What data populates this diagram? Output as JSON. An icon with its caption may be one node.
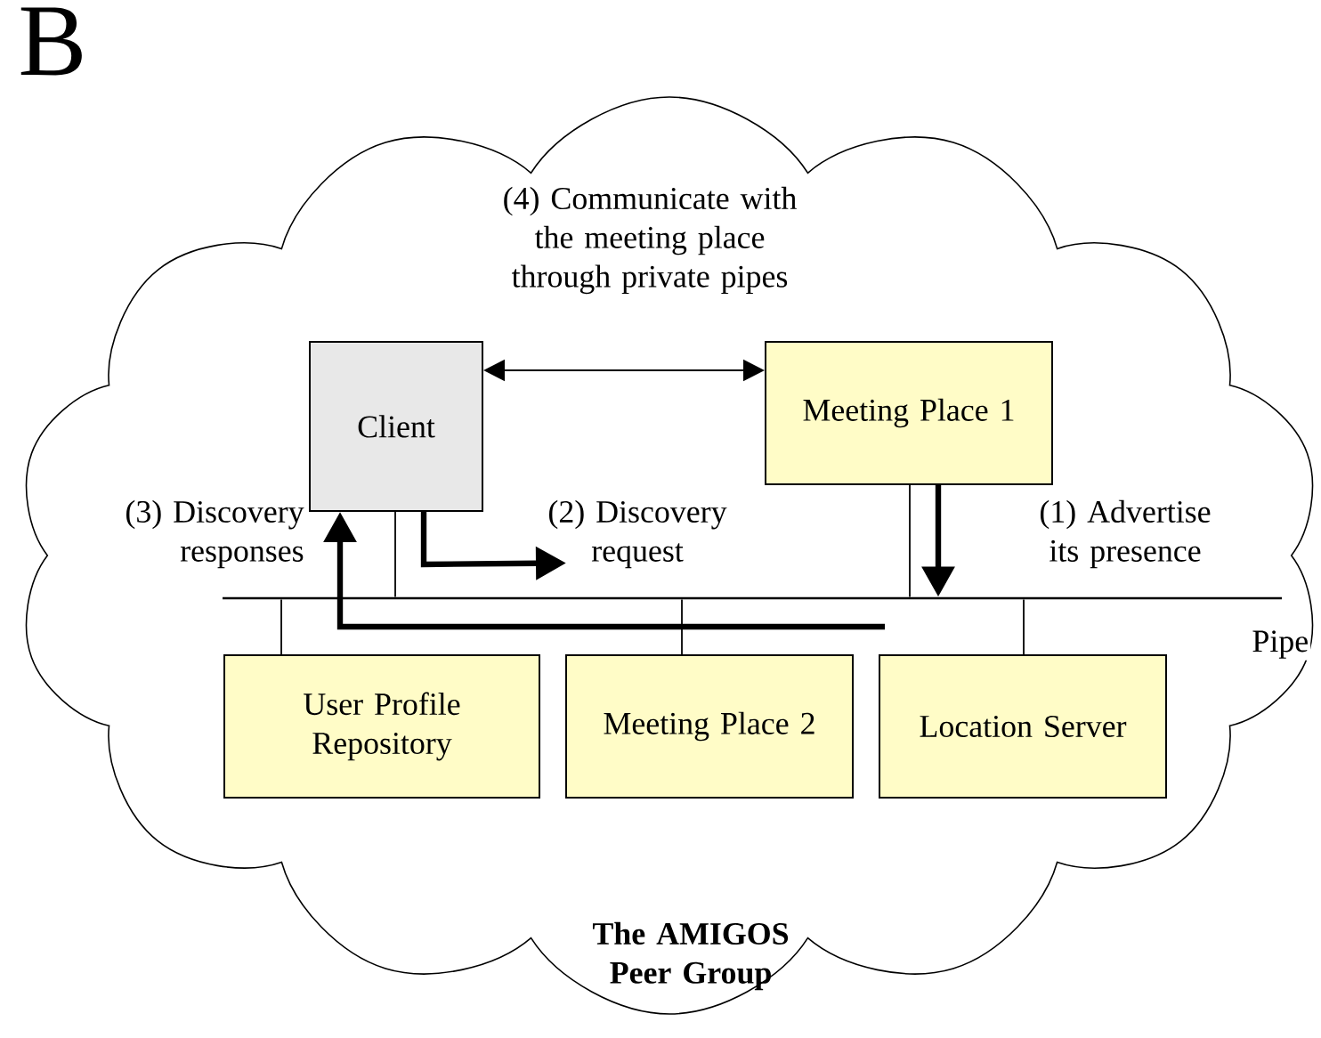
{
  "diagram": {
    "title": "B",
    "nodes": [
      {
        "text": [
          "The AMIGOS Peer Group"
        ]
      },
      {
        "text": [
          "Client"
        ],
        "in": 0
      },
      {
        "text": [
          "Meeting Place 1"
        ],
        "in": 0
      },
      {
        "text": [
          "User Profile Repository"
        ],
        "in": 0
      },
      {
        "text": [
          "Meeting Place 2"
        ],
        "in": 0
      },
      {
        "text": [
          "Location Server"
        ],
        "in": 0
      },
      {
        "text": [],
        "shape": "bar",
        "beside": [
          "Pipe"
        ],
        "in": 0
      }
    ],
    "edges": [
      {
        "from": 1,
        "to": 2,
        "arrow": "both",
        "label": "(4) Communicate with the meeting place through private pipes"
      },
      {
        "from": 1,
        "to": 6,
        "arrow": "none"
      },
      {
        "from": 2,
        "to": 6,
        "arrow": "none"
      },
      {
        "from": 2,
        "to": 6,
        "arrow": "to",
        "style": "thick",
        "label": "(1) Advertise its presence"
      },
      {
        "from": 1,
        "to": 6,
        "arrow": "to",
        "style": "thick",
        "label": "(2) Discovery request"
      },
      {
        "from": null,
        "to": 1,
        "arrow": "to",
        "style": "thick",
        "label": "(3) Discovery responses"
      },
      {
        "from": 3,
        "to": 6,
        "arrow": "none"
      },
      {
        "from": 4,
        "to": 6,
        "arrow": "none"
      },
      {
        "from": 5,
        "to": 6,
        "arrow": "none"
      }
    ]
  }
}
